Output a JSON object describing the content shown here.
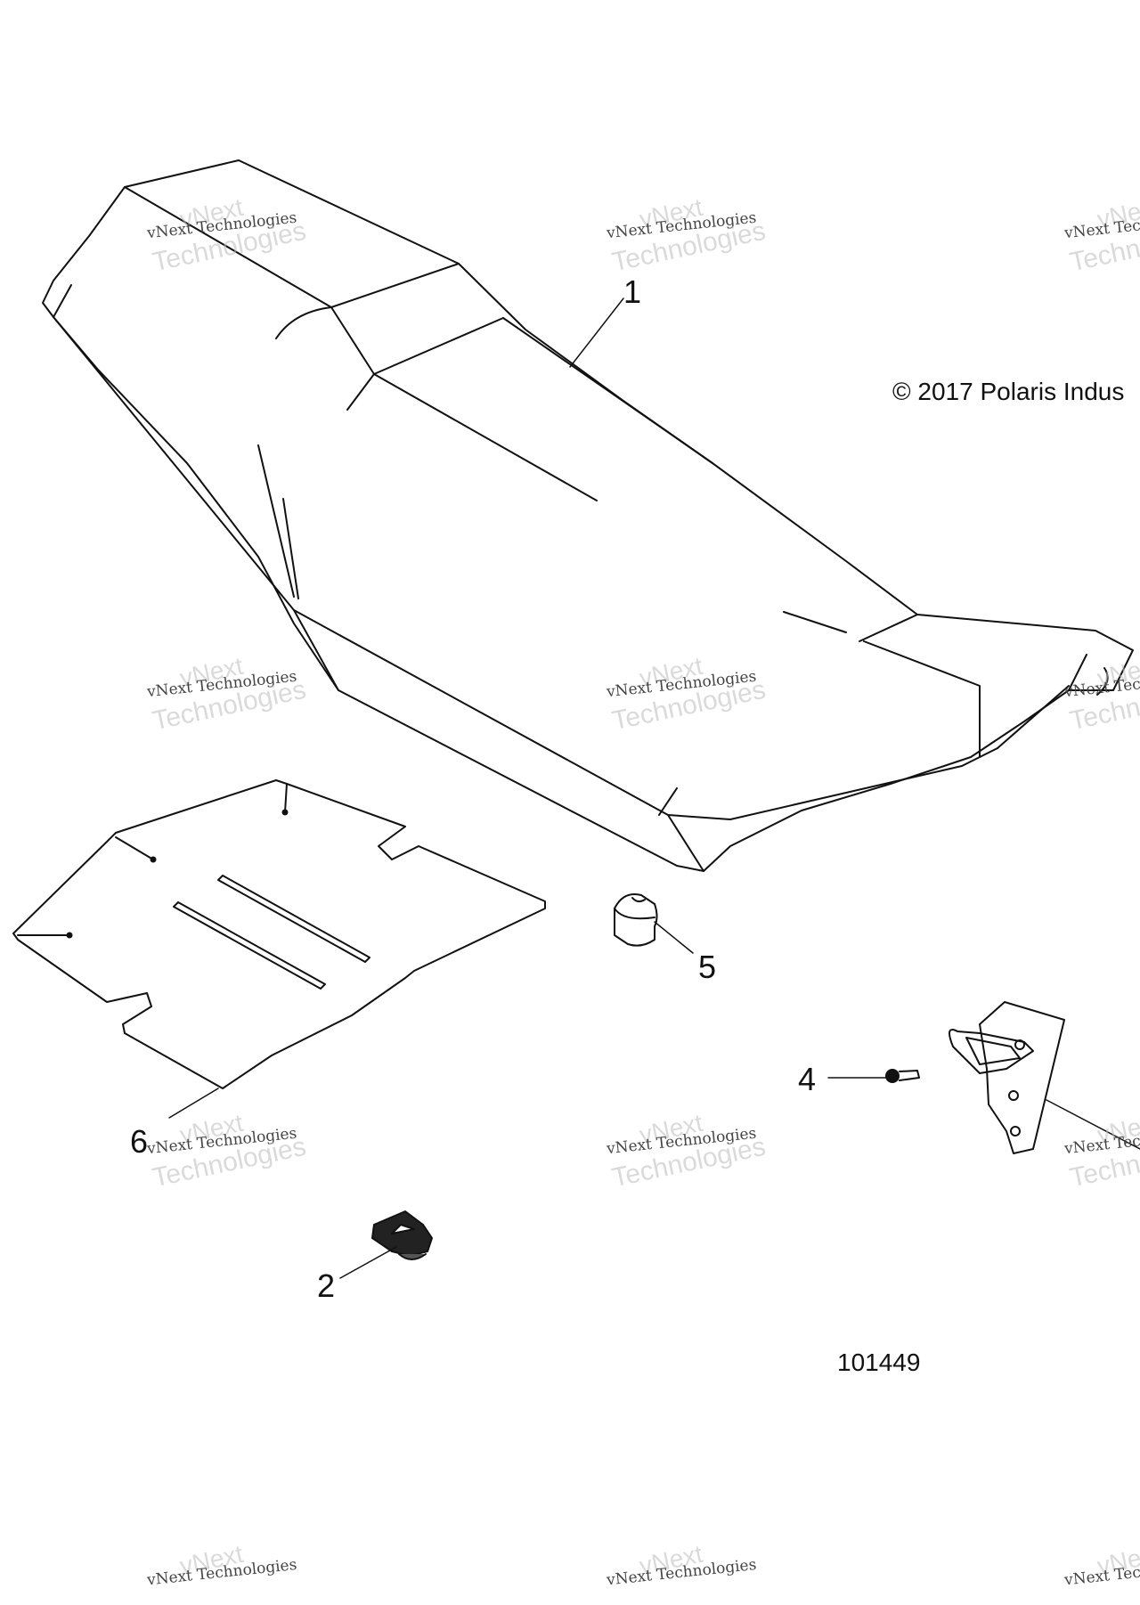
{
  "copyright": "© 2017 Polaris Indus",
  "figure_number": "101449",
  "callouts": {
    "seat": "1",
    "grommet_fastener": "2",
    "screw": "4",
    "bumper": "5",
    "seat_pad": "6"
  },
  "watermark": {
    "line1": "vNext",
    "line2": "vNext Technologies",
    "line3": "Technologies"
  }
}
